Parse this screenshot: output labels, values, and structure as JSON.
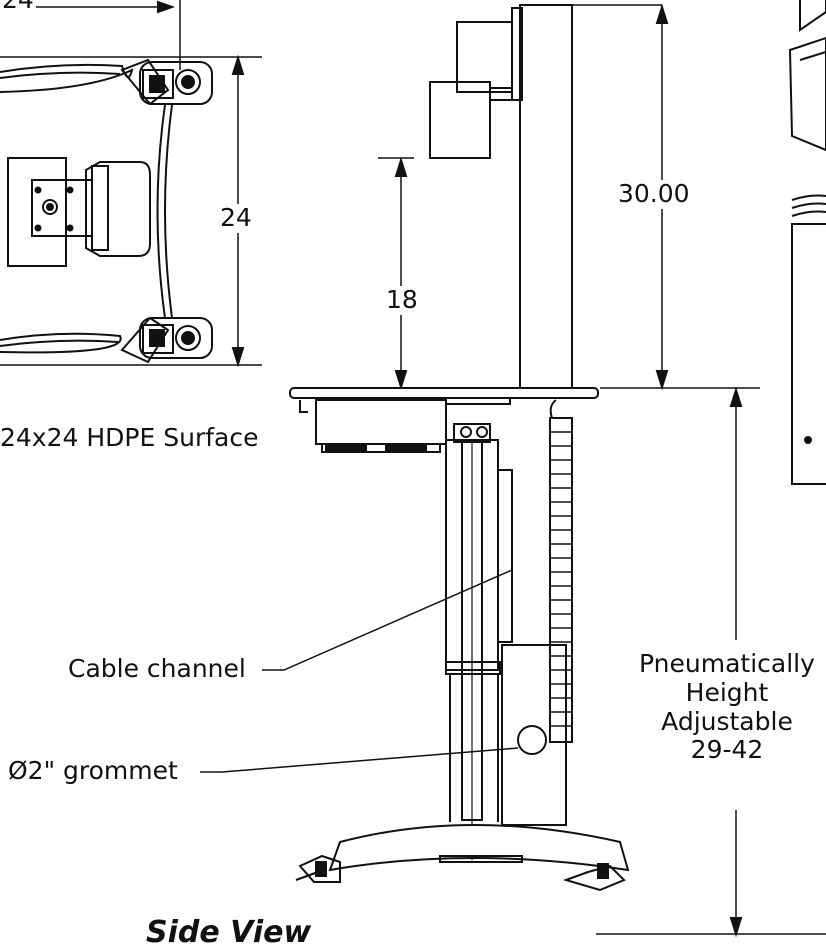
{
  "dimensions": {
    "top_width": "24",
    "surface_depth": "24",
    "monitor_height": "30.00",
    "mount_height": "18"
  },
  "labels": {
    "surface": "24x24 HDPE Surface",
    "cable_channel": "Cable channel",
    "grommet": "Ø2\" grommet",
    "height_adjust": [
      "Pneumatically",
      "Height",
      "Adjustable",
      "29-42"
    ],
    "view_title": "Side View"
  }
}
